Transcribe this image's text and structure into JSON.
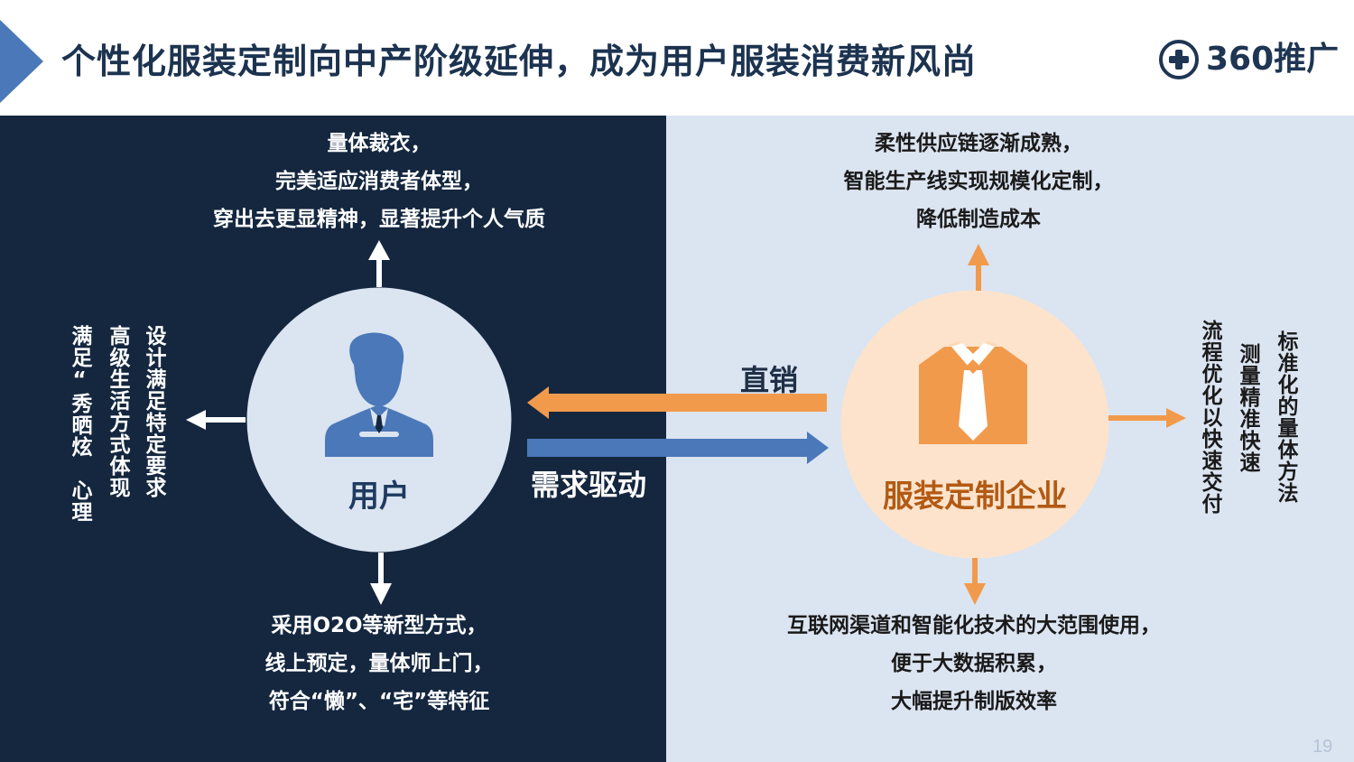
{
  "header": {
    "title": "个性化服装定制向中产阶级延伸，成为用户服装消费新风尚",
    "logo_text": "360推广"
  },
  "user": {
    "label": "用户",
    "top_lines": [
      "量体裁衣，",
      "完美适应消费者体型，",
      "穿出去更显精神，显著提升个人气质"
    ],
    "bottom_lines": [
      "采用O2O等新型方式，",
      "线上预定，量体师上门，",
      "符合“懒”、“宅”等特征"
    ],
    "left_columns": [
      "设计满足特定要求",
      "高级生活方式体现",
      "满足“秀晒炫　心理"
    ]
  },
  "flow": {
    "top_arrow_label": "直销",
    "bottom_arrow_label": "需求驱动"
  },
  "company": {
    "label": "服装定制企业",
    "top_lines": [
      "柔性供应链逐渐成熟，",
      "智能生产线实现规模化定制，",
      "降低制造成本"
    ],
    "bottom_lines": [
      "互联网渠道和智能化技术的大范围使用，",
      "便于大数据积累，",
      "大幅提升制版效率"
    ],
    "right_columns": [
      "标准化的量体方法",
      "测量精准快速",
      "流程优化以快速交付"
    ]
  },
  "colors": {
    "dark_navy": "#14273f",
    "light_panel": "#dbe4f1",
    "accent_blue": "#4a78b8",
    "accent_orange": "#f29a4c",
    "company_label": "#b25a14"
  },
  "page_number": "19"
}
